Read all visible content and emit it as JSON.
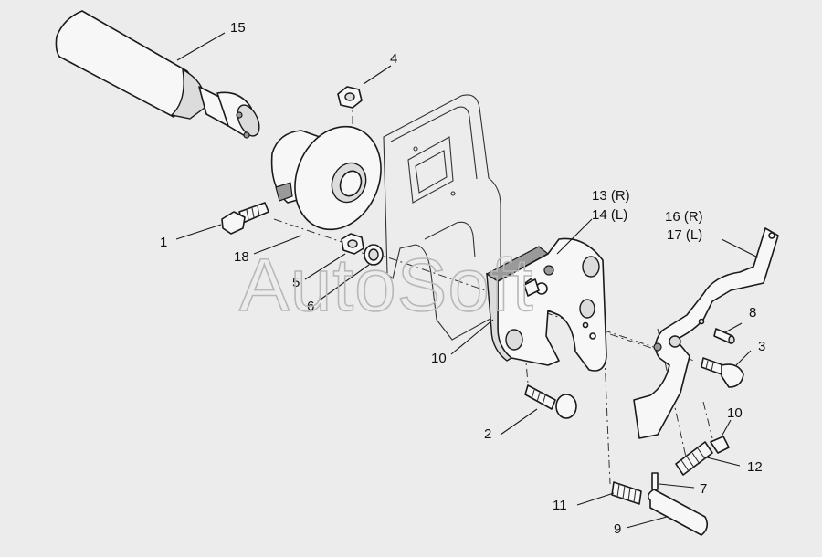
{
  "watermark": "AutoSoft",
  "callouts": {
    "c1": "1",
    "c2": "2",
    "c3": "3",
    "c4": "4",
    "c5": "5",
    "c6": "6",
    "c7": "7",
    "c8": "8",
    "c9": "9",
    "c10a": "10",
    "c10b": "10",
    "c11": "11",
    "c12": "12",
    "c13": "13 (R)",
    "c14": "14 (L)",
    "c15": "15",
    "c16": "16 (R)",
    "c17": "17 (L)",
    "c18": "18"
  }
}
